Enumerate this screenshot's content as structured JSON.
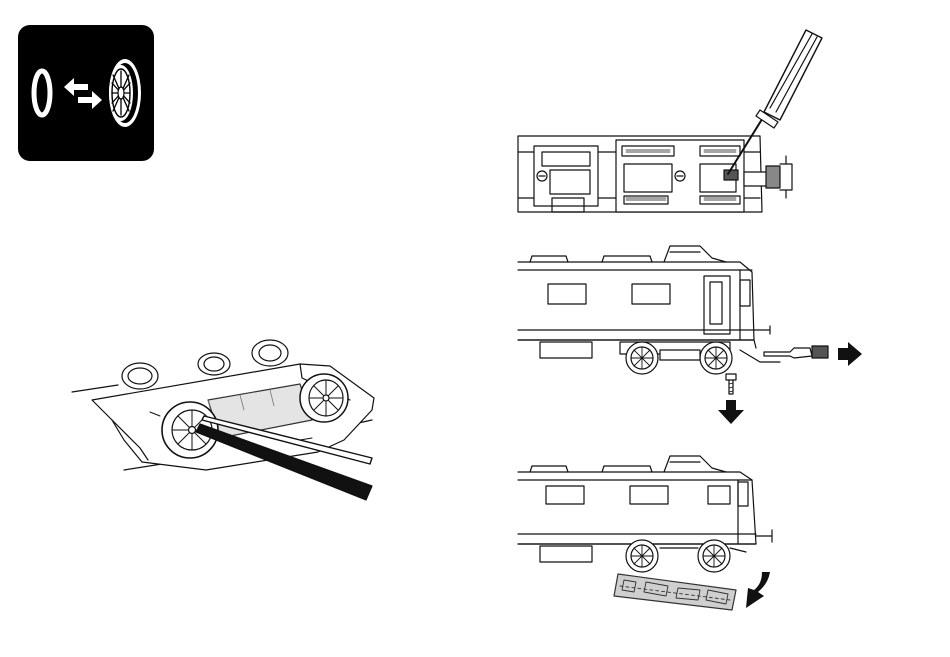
{
  "page": {
    "background": "#ffffff",
    "ink": "#111111"
  },
  "icons": {
    "badge": "traction-tire-replacement-icon",
    "steps": [
      "screwdriver-icon",
      "arrow-right-icon",
      "arrow-down-icon",
      "curved-arrow-down-icon"
    ]
  },
  "panels": [
    {
      "name": "wheel-removal-illustration"
    },
    {
      "name": "locomotive-underside-screw-illustration"
    },
    {
      "name": "coupler-removal-illustration"
    },
    {
      "name": "frame-removal-illustration"
    }
  ]
}
